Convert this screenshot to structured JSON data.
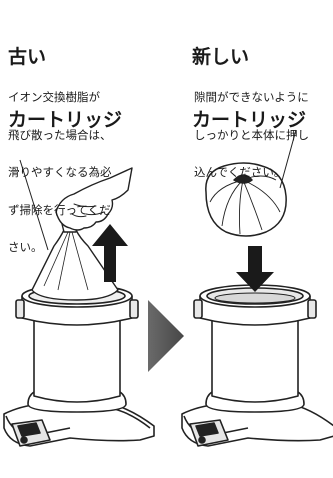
{
  "left_panel": {
    "title_line1": "古い",
    "title_line2": "カートリッジ",
    "note_lines": [
      "イオン交換樹脂が",
      "飛び散った場合は、",
      "滑りやすくなる為必",
      "ず掃除を行ってくだ",
      "さい。"
    ]
  },
  "right_panel": {
    "title_line1": "新しい",
    "title_line2": "カートリッジ",
    "note_lines": [
      "隙間ができないように",
      "しっかりと本体に押し",
      "込んでください。"
    ]
  },
  "icons": [
    "hand-icon",
    "bag-icon",
    "up-arrow-icon",
    "chevron-right-icon",
    "cartridge-ball-icon",
    "down-arrow-icon",
    "vessel-icon"
  ]
}
